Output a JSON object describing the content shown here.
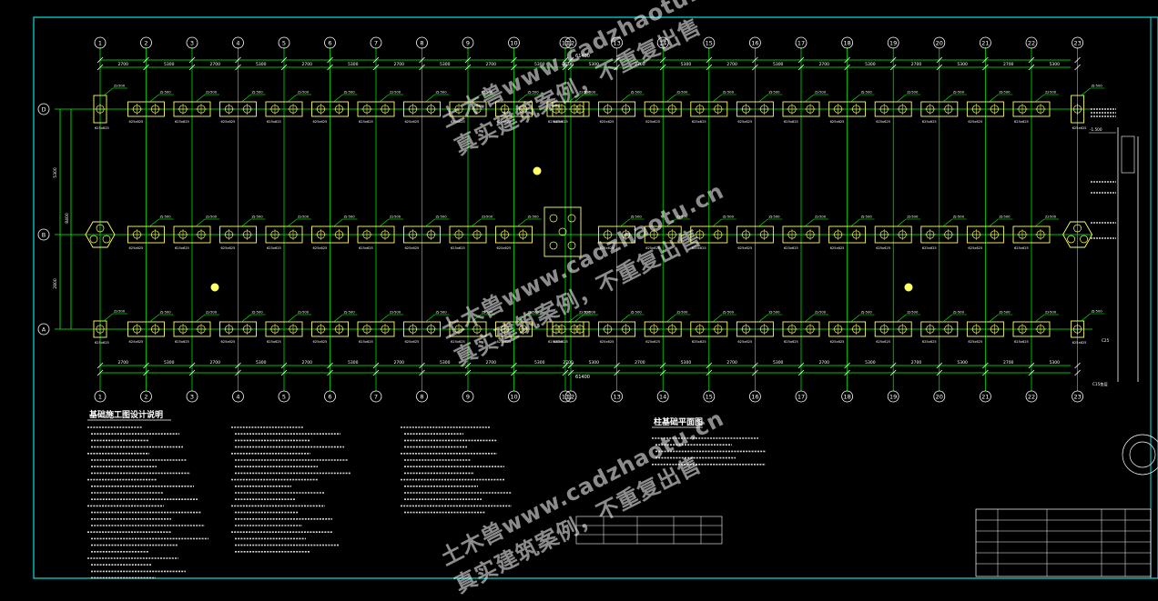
{
  "axes_letters": [
    "D",
    "B",
    "A"
  ],
  "axes_numbers": [
    "1",
    "2",
    "3",
    "4",
    "5",
    "6",
    "7",
    "8",
    "9",
    "10",
    "11",
    "12",
    "13",
    "14",
    "15",
    "16",
    "17",
    "18",
    "19",
    "20",
    "21",
    "22",
    "23"
  ],
  "dims": {
    "top_total": "61400",
    "bottom_total": "61400",
    "bay": "2700",
    "span_upper": "5300",
    "span_lower": "2800",
    "left_total": "8400"
  },
  "titles": {
    "notes": "基础施工图设计说明",
    "layout": "柱基础平面图"
  },
  "labels": {
    "pile_cap": "ZJ-500",
    "pile_size": "625",
    "elev": "-1.500",
    "concrete": "C25",
    "cushion": "C15垫层"
  },
  "watermark": {
    "line1": "土木兽www.cadzhaotu.cn",
    "line2": "真实建筑案例，不重复出售"
  },
  "colors": {
    "frame": "#00e5e5",
    "axis_line": "#00ff00",
    "cap": "#ffff66",
    "bubble": "#ffffff",
    "text": "#ffffff"
  }
}
